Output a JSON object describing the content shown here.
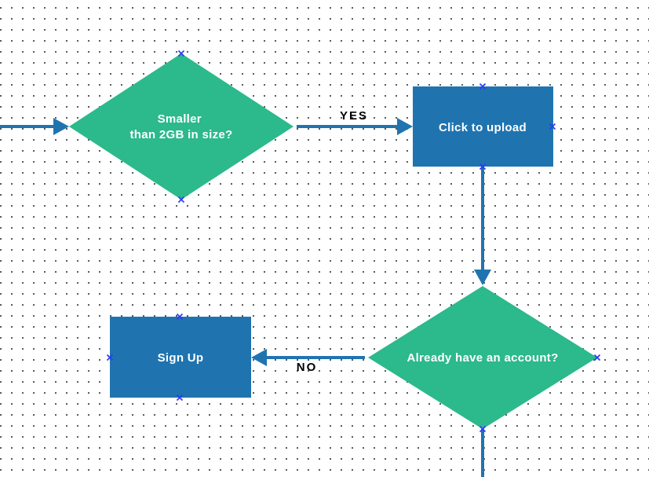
{
  "palette": {
    "node_green": "#2cb98b",
    "node_blue": "#1f74b0",
    "edge_blue": "#1f74b0",
    "marker_blue": "#2b3cf2",
    "node_text": "#ffffff",
    "edge_label_text": "#000000",
    "grid_dot": "#3a3a3a",
    "background": "#ffffff"
  },
  "nodes": {
    "decision_size": {
      "shape": "diamond",
      "line1": "Smaller",
      "line2": "than 2GB in size?"
    },
    "process_upload": {
      "shape": "rectangle",
      "label": "Click to upload"
    },
    "decision_account": {
      "shape": "diamond",
      "label": "Already have an account?"
    },
    "process_signup": {
      "shape": "rectangle",
      "label": "Sign Up"
    }
  },
  "edges": {
    "yes": {
      "label": "YES"
    },
    "no": {
      "label": "NO"
    }
  }
}
